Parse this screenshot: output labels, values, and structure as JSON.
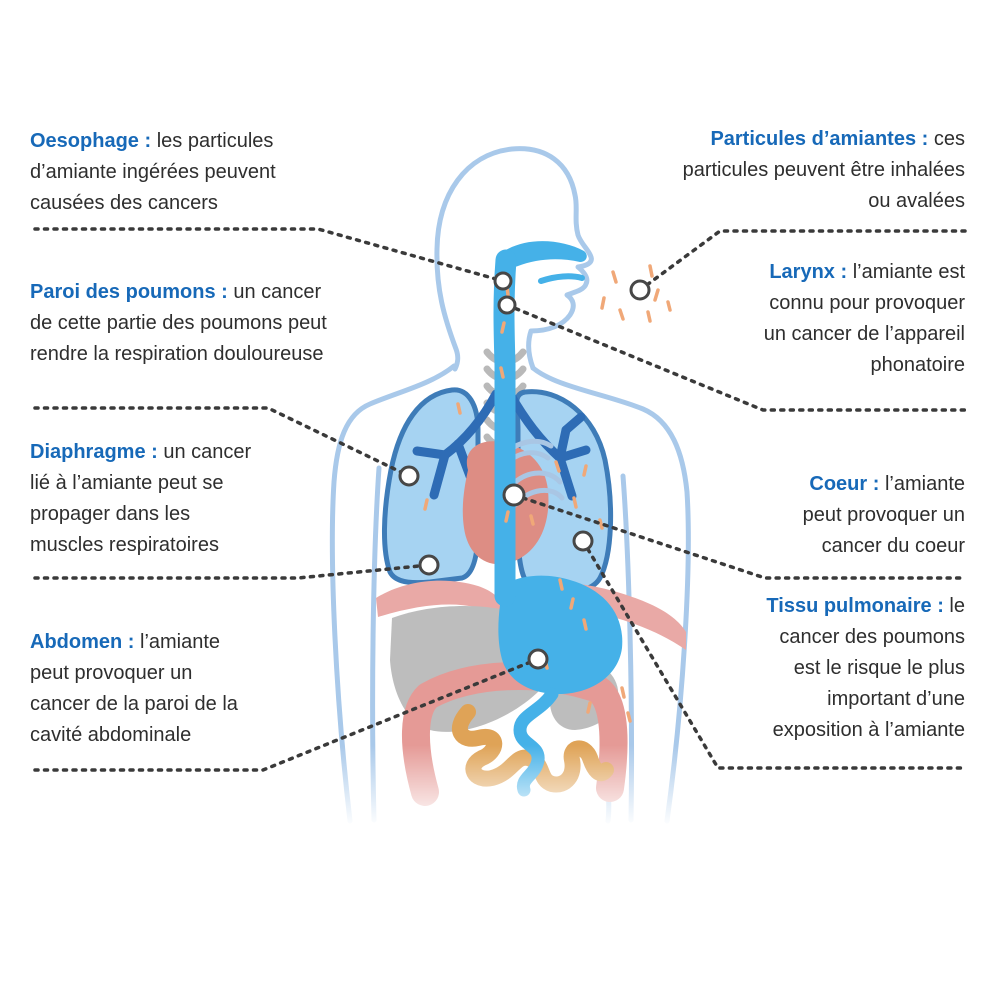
{
  "figure": {
    "type": "anatomy-infographic",
    "language": "fr",
    "subject": "Risques de cancer liés à l’amiante (corps humain)"
  },
  "labels": {
    "left": [
      {
        "term": "Oesophage :",
        "text": "les particules\nd’amiante ingérées peuvent\ncausées des cancers"
      },
      {
        "term": "Paroi des poumons :",
        "text": "un cancer\nde cette partie des poumons peut\nrendre la respiration douloureuse"
      },
      {
        "term": "Diaphragme :",
        "text": "un cancer\nlié à l’amiante peut se\npropager dans les\nmuscles respiratoires"
      },
      {
        "term": "Abdomen :",
        "text": "l’amiante\npeut provoquer un\ncancer de la paroi de la\ncavité abdominale"
      }
    ],
    "right": [
      {
        "term": "Particules d’amiantes :",
        "text": "ces\nparticules peuvent être inhalées\nou avalées"
      },
      {
        "term": "Larynx :",
        "text": "l’amiante est\nconnu pour provoquer\nun cancer de l’appareil\nphonatoire"
      },
      {
        "term": "Coeur :",
        "text": "l’amiante\npeut provoquer un\ncancer du coeur"
      },
      {
        "term": "Tissu pulmonaire :",
        "text": "le\ncancer des poumons\nest le risque le plus\nimportant d’une\nexposition à l’amiante"
      }
    ]
  },
  "colors": {
    "accent": "#1769b8",
    "text": "#2e2e2e",
    "leader": "#3a3a3a",
    "anchor_stroke": "#474747",
    "body_outline": "#a9c9ea",
    "airway": "#45b1e8",
    "lung_fill": "#a6d3f2",
    "lung_outline": "#3e7cb8",
    "bronchi": "#2e6cb5",
    "heart": "#dd8d84",
    "vessels": "#a9c6e4",
    "diaphragm": "#e9a9a6",
    "organs_gray": "#bdbdbd",
    "colon": "#e59a96",
    "intestine": "#dfa357",
    "particles": "#f0a878",
    "spine": "#b9b9b9"
  }
}
